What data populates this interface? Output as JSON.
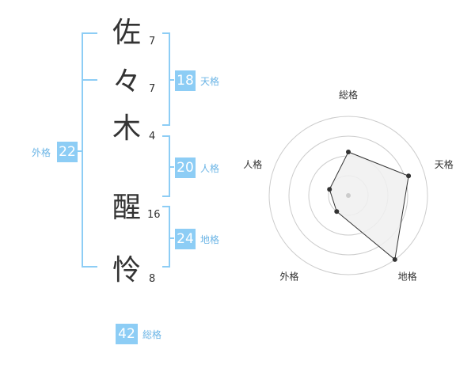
{
  "name": {
    "characters": [
      {
        "char": "佐",
        "strokes": "7"
      },
      {
        "char": "々",
        "strokes": "7"
      },
      {
        "char": "木",
        "strokes": "4"
      },
      {
        "char": "醒",
        "strokes": "16"
      },
      {
        "char": "怜",
        "strokes": "8"
      }
    ]
  },
  "fortunes": {
    "tenkaku": {
      "value": "18",
      "label": "天格"
    },
    "jinkaku": {
      "value": "20",
      "label": "人格"
    },
    "chikaku": {
      "value": "24",
      "label": "地格"
    },
    "gaikaku": {
      "value": "22",
      "label": "外格"
    },
    "soukaku": {
      "value": "42",
      "label": "総格"
    }
  },
  "chart_data": {
    "type": "radar",
    "axes": [
      "総格",
      "天格",
      "地格",
      "外格",
      "人格"
    ],
    "values": [
      0.55,
      0.8,
      1.0,
      0.25,
      0.25
    ],
    "range": [
      0,
      1
    ],
    "rings": 4,
    "colors": {
      "fill": "#f0f0f0",
      "line": "#333333",
      "grid": "#cccccc"
    }
  }
}
